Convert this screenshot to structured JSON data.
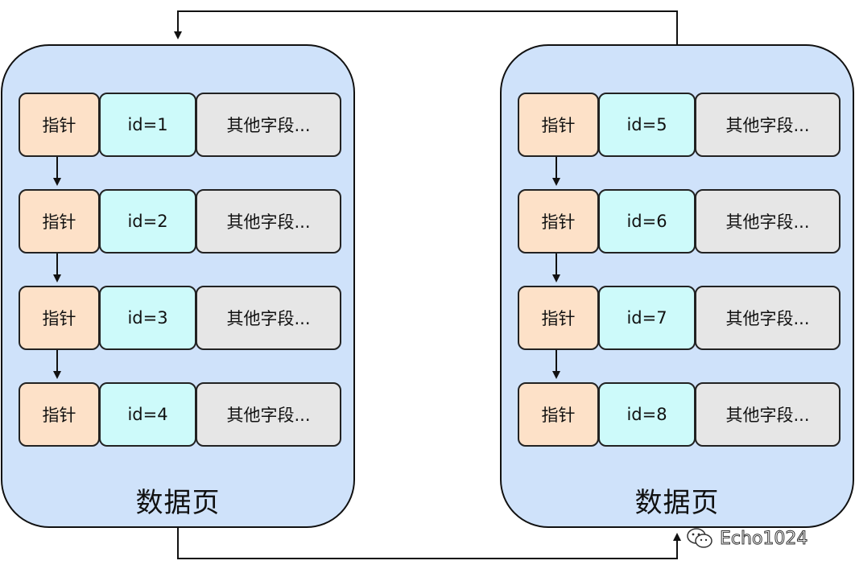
{
  "pages": [
    {
      "label": "数据页",
      "rows": [
        {
          "pointer": "指针",
          "id": "id=1",
          "other": "其他字段..."
        },
        {
          "pointer": "指针",
          "id": "id=2",
          "other": "其他字段..."
        },
        {
          "pointer": "指针",
          "id": "id=3",
          "other": "其他字段..."
        },
        {
          "pointer": "指针",
          "id": "id=4",
          "other": "其他字段..."
        }
      ]
    },
    {
      "label": "数据页",
      "rows": [
        {
          "pointer": "指针",
          "id": "id=5",
          "other": "其他字段..."
        },
        {
          "pointer": "指针",
          "id": "id=6",
          "other": "其他字段..."
        },
        {
          "pointer": "指针",
          "id": "id=7",
          "other": "其他字段..."
        },
        {
          "pointer": "指针",
          "id": "id=8",
          "other": "其他字段..."
        }
      ]
    }
  ],
  "watermark": {
    "text": "Echo1024",
    "icon": "wechat-icon"
  },
  "colors": {
    "page_fill": "#cfe2fa",
    "pointer_fill": "#fde1c8",
    "id_fill": "#cdfafa",
    "other_fill": "#e6e6e6",
    "stroke": "#111111"
  }
}
